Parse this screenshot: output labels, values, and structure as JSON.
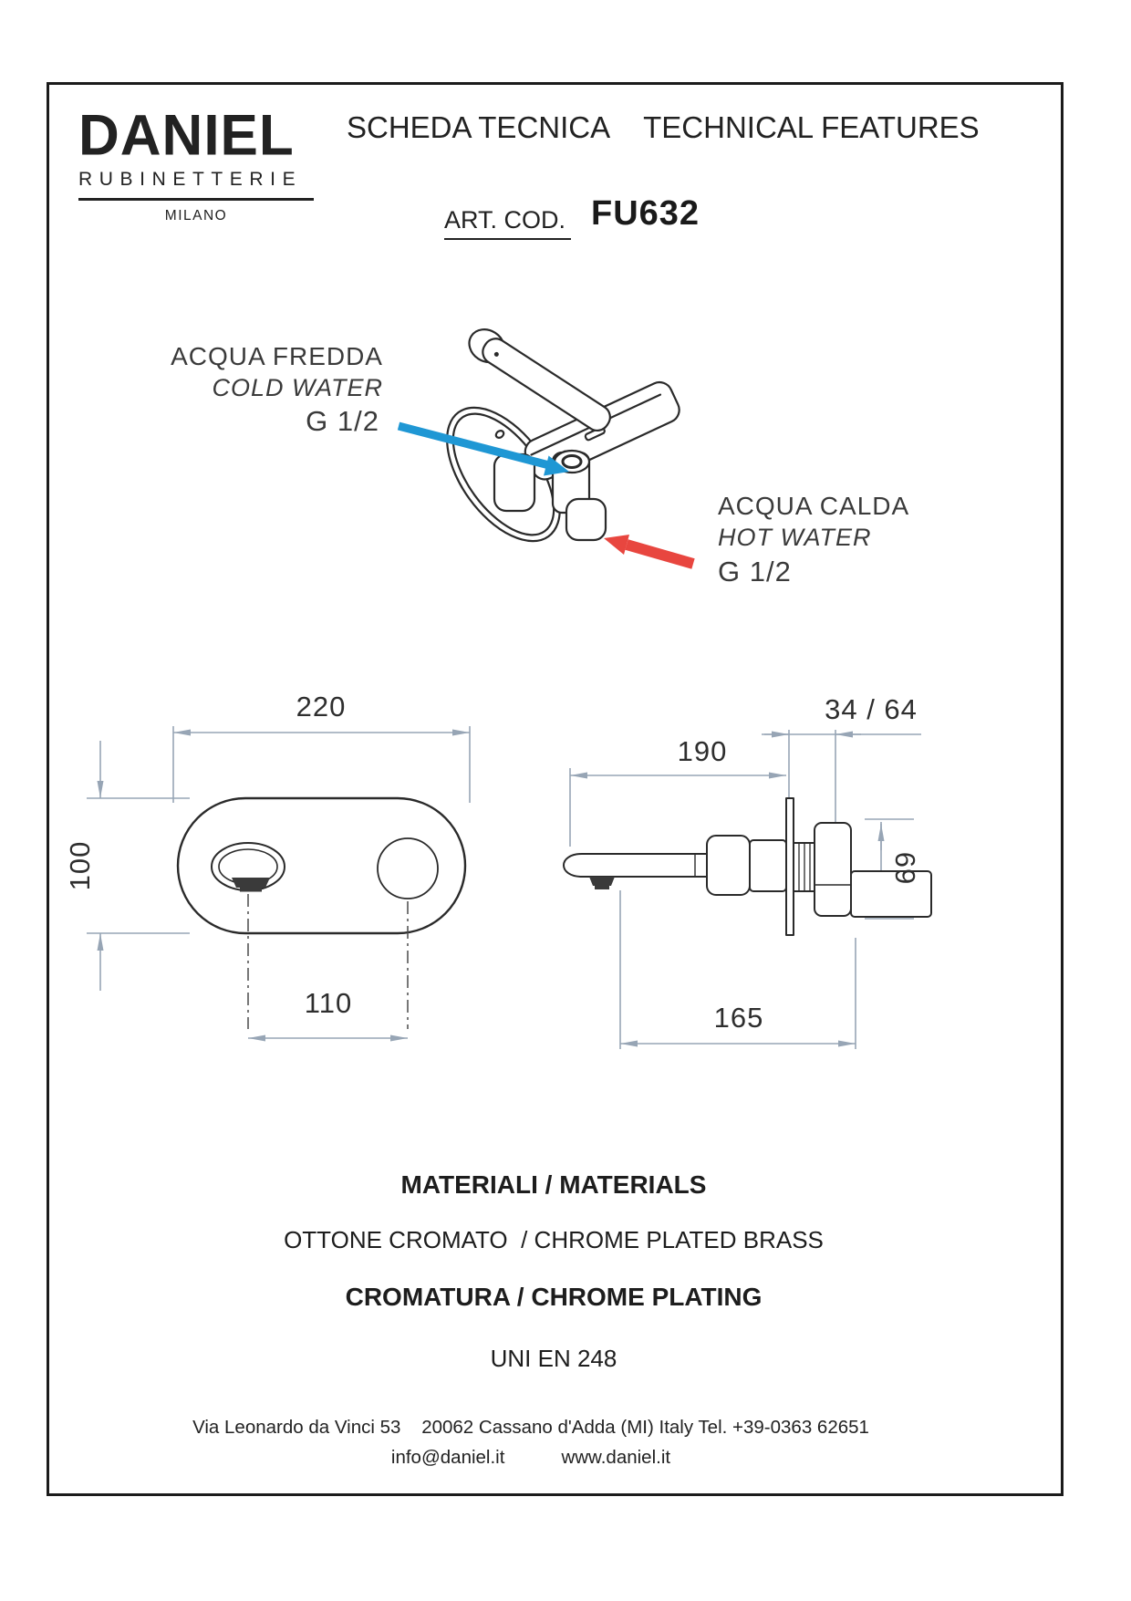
{
  "logo": {
    "brand": "DANIEL",
    "sub": "RUBINETTERIE",
    "city": "MILANO"
  },
  "header": {
    "title_it": "SCHEDA TECNICA",
    "title_en": "TECHNICAL FEATURES",
    "art_cod_label": "ART. COD.",
    "art_cod_value": "FU632"
  },
  "annotations": {
    "cold": {
      "title": "ACQUA FREDDA",
      "subtitle": "COLD WATER",
      "thread": "G 1/2"
    },
    "hot": {
      "title": "ACQUA CALDA",
      "subtitle": "HOT WATER",
      "thread": "G 1/2"
    }
  },
  "dimensions": {
    "plate_width": "220",
    "plate_height": "100",
    "hole_spacing": "110",
    "spout_reach": "190",
    "handle_projection": "34 / 64",
    "handle_length": "69",
    "spout_length": "165"
  },
  "materials": {
    "heading": "MATERIALI / MATERIALS",
    "line": "OTTONE CROMATO  / CHROME PLATED BRASS",
    "plating_heading": "CROMATURA / CHROME PLATING",
    "standard": "UNI EN 248"
  },
  "footer": {
    "address": "Via Leonardo da Vinci 53    20062 Cassano d'Adda (MI) Italy Tel. +39-0363 62651",
    "email": "info@daniel.it",
    "website": "www.daniel.it"
  },
  "colors": {
    "cold_arrow": "#1f97d4",
    "hot_arrow": "#e8463f",
    "dimension_lines": "#97a5b5",
    "drawing_lines": "#2a2a2a"
  }
}
